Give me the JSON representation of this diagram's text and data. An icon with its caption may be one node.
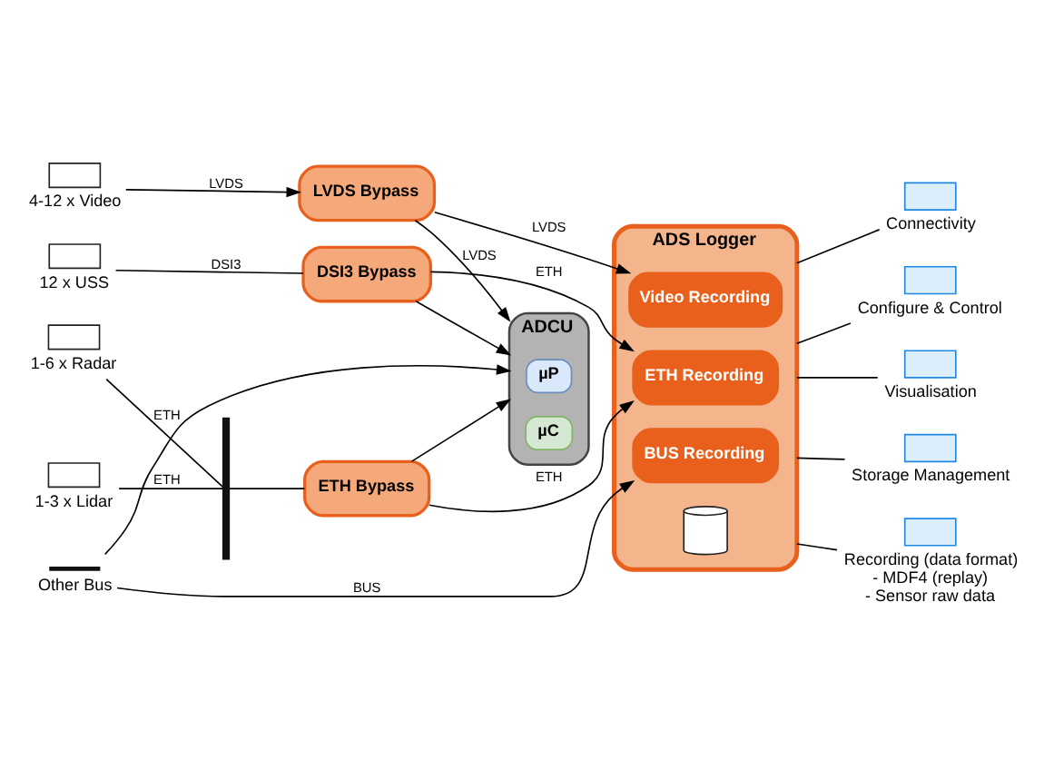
{
  "diagram": {
    "nodes": [
      {
        "text": [
          "4-12 x Video"
        ]
      },
      {
        "text": [
          "1-6 x Radar"
        ]
      },
      {
        "text": [
          "1-3 x Lidar"
        ]
      },
      {
        "text": [
          "12 x USS"
        ]
      },
      {
        "text": [
          "Other Bus"
        ]
      },
      {
        "text": [],
        "shape": "bar"
      },
      {
        "text": [
          "LVDS Bypass"
        ]
      },
      {
        "text": [
          "ETH Bypass"
        ]
      },
      {
        "text": [
          "ADCU"
        ]
      },
      {
        "text": [
          "µP"
        ],
        "in": 8
      },
      {
        "text": [
          "µC"
        ],
        "in": 8
      },
      {
        "text": [
          "DSI3 Bypass"
        ]
      },
      {
        "text": [
          "ADS Logger"
        ]
      },
      {
        "text": [
          "Video Recording"
        ],
        "in": 12
      },
      {
        "text": [
          "ETH Recording"
        ],
        "in": 12
      },
      {
        "text": [
          "BUS Recording"
        ],
        "in": 12
      },
      {
        "text": [],
        "shape": "cylinder",
        "in": 12
      },
      {
        "text": [
          "Connectivity"
        ]
      },
      {
        "text": [
          "Configure & Control"
        ]
      },
      {
        "text": [
          "Visualisation"
        ]
      },
      {
        "text": [
          "Storage Management"
        ]
      },
      {
        "text": [
          "Recording (data format)",
          "- MDF4 (replay)",
          "- Sensor raw data"
        ]
      }
    ],
    "edges": [
      {
        "from": 0,
        "to": 6,
        "arrow": "to",
        "label": "LVDS"
      },
      {
        "from": 6,
        "to": 13,
        "arrow": "to",
        "label": "LVDS"
      },
      {
        "from": 6,
        "to": 8,
        "arrow": "to",
        "label": "LVDS"
      },
      {
        "from": 1,
        "to": 5,
        "arrow": "none",
        "label": "ETH"
      },
      {
        "from": 2,
        "to": 5,
        "arrow": "none",
        "label": "ETH"
      },
      {
        "from": 5,
        "to": 7,
        "arrow": "none"
      },
      {
        "from": 7,
        "to": 14,
        "arrow": "to",
        "label": "ETH"
      },
      {
        "from": 7,
        "to": 8,
        "arrow": "to"
      },
      {
        "from": 3,
        "to": 11,
        "arrow": "none",
        "label": "DSI3"
      },
      {
        "from": 11,
        "to": 8,
        "arrow": "to"
      },
      {
        "from": 11,
        "to": 14,
        "arrow": "to",
        "label": "ETH"
      },
      {
        "from": 4,
        "to": 15,
        "arrow": "to",
        "label": "BUS"
      },
      {
        "from": 4,
        "to": 8,
        "arrow": "to"
      },
      {
        "from": 12,
        "to": 17,
        "arrow": "none"
      },
      {
        "from": 12,
        "to": 18,
        "arrow": "none"
      },
      {
        "from": 12,
        "to": 19,
        "arrow": "none"
      },
      {
        "from": 12,
        "to": 20,
        "arrow": "none"
      },
      {
        "from": 12,
        "to": 21,
        "arrow": "none"
      }
    ]
  }
}
